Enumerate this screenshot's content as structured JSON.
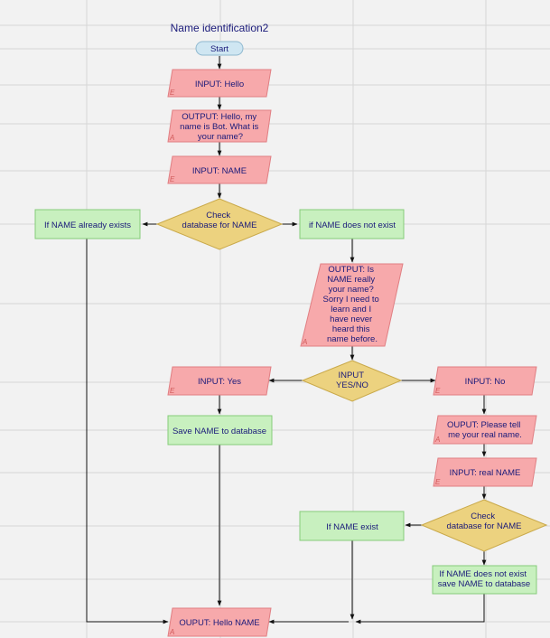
{
  "title": "Name identification2",
  "colors": {
    "io_fill": "#f7a9ab",
    "io_stroke": "#e07f83",
    "process_fill": "#c8f0bf",
    "process_stroke": "#86cc7a",
    "decision_fill": "#ecd27f",
    "decision_stroke": "#c9a94a",
    "start_fill": "#cfe6f2",
    "start_stroke": "#8fb8cf",
    "text": "#1a1a7a",
    "tag": "#d05a5a"
  },
  "nodes": {
    "start": {
      "lines": [
        "Start"
      ]
    },
    "input_hello": {
      "lines": [
        "INPUT: Hello"
      ],
      "tag": "E"
    },
    "output_hello": {
      "lines": [
        "OUTPUT: Hello, my",
        "name is Bot. What is",
        "your name?"
      ],
      "tag": "A"
    },
    "input_name": {
      "lines": [
        "INPUT: NAME"
      ],
      "tag": "E"
    },
    "check_db_1": {
      "lines": [
        "Check",
        "database for NAME"
      ]
    },
    "if_exists_1": {
      "lines": [
        "If NAME already exists"
      ]
    },
    "if_not_exist_1": {
      "lines": [
        "if NAME does not exist"
      ]
    },
    "output_really": {
      "lines": [
        "OUTPUT: Is",
        "NAME really",
        "your name?",
        "Sorry I need to",
        "learn and I",
        "have never",
        "heard this",
        "name before."
      ],
      "tag": "A"
    },
    "input_yesno": {
      "lines": [
        "INPUT",
        "YES/NO"
      ]
    },
    "input_yes": {
      "lines": [
        "INPUT: Yes"
      ],
      "tag": "E"
    },
    "save_name": {
      "lines": [
        "Save NAME to database"
      ]
    },
    "input_no": {
      "lines": [
        "INPUT: No"
      ],
      "tag": "E"
    },
    "output_tell": {
      "lines": [
        "OUPUT: Please tell",
        "me your real name."
      ],
      "tag": "A"
    },
    "input_real": {
      "lines": [
        "INPUT: real NAME"
      ],
      "tag": "E"
    },
    "check_db_2": {
      "lines": [
        "Check",
        "database for NAME"
      ]
    },
    "if_exist_2": {
      "lines": [
        "If NAME exist"
      ]
    },
    "if_not_exist_2": {
      "lines": [
        "If NAME does not exist",
        "save NAME to database"
      ]
    },
    "output_final": {
      "lines": [
        "OUPUT: Hello NAME"
      ],
      "tag": "A"
    }
  }
}
